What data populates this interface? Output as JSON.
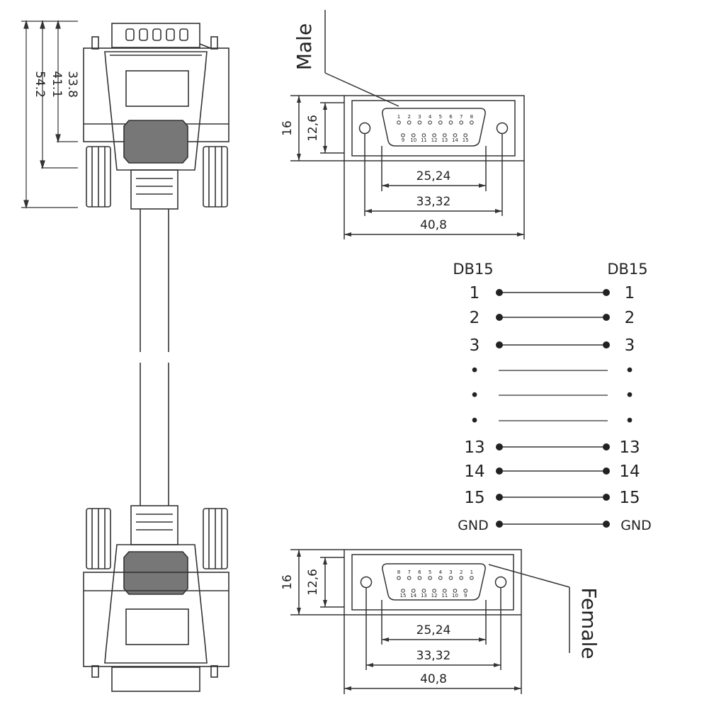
{
  "side_view": {
    "dimensions": [
      "33.8",
      "41.1",
      "54.2"
    ]
  },
  "male_connector": {
    "label": "Male",
    "pins_top": [
      "1",
      "2",
      "3",
      "4",
      "5",
      "6",
      "7",
      "8"
    ],
    "pins_bottom": [
      "9",
      "10",
      "11",
      "12",
      "13",
      "14",
      "15"
    ],
    "height_outer": "16",
    "height_inner": "12,6",
    "width_pins": "25,24",
    "width_holes": "33,32",
    "width_total": "40,8"
  },
  "female_connector": {
    "label": "Female",
    "pins_top": [
      "8",
      "7",
      "6",
      "5",
      "4",
      "3",
      "2",
      "1"
    ],
    "pins_bottom": [
      "15",
      "14",
      "13",
      "12",
      "11",
      "10",
      "9"
    ],
    "height_outer": "16",
    "height_inner": "12,6",
    "width_pins": "25,24",
    "width_holes": "33,32",
    "width_total": "40,8"
  },
  "pinout": {
    "left_header": "DB15",
    "right_header": "DB15",
    "rows": [
      {
        "left": "1",
        "right": "1"
      },
      {
        "left": "2",
        "right": "2"
      },
      {
        "left": "3",
        "right": "3"
      },
      {
        "left": "•",
        "right": "•"
      },
      {
        "left": "•",
        "right": "•"
      },
      {
        "left": "•",
        "right": "•"
      },
      {
        "left": "13",
        "right": "13"
      },
      {
        "left": "14",
        "right": "14"
      },
      {
        "left": "15",
        "right": "15"
      },
      {
        "left": "GND",
        "right": "GND"
      }
    ]
  }
}
